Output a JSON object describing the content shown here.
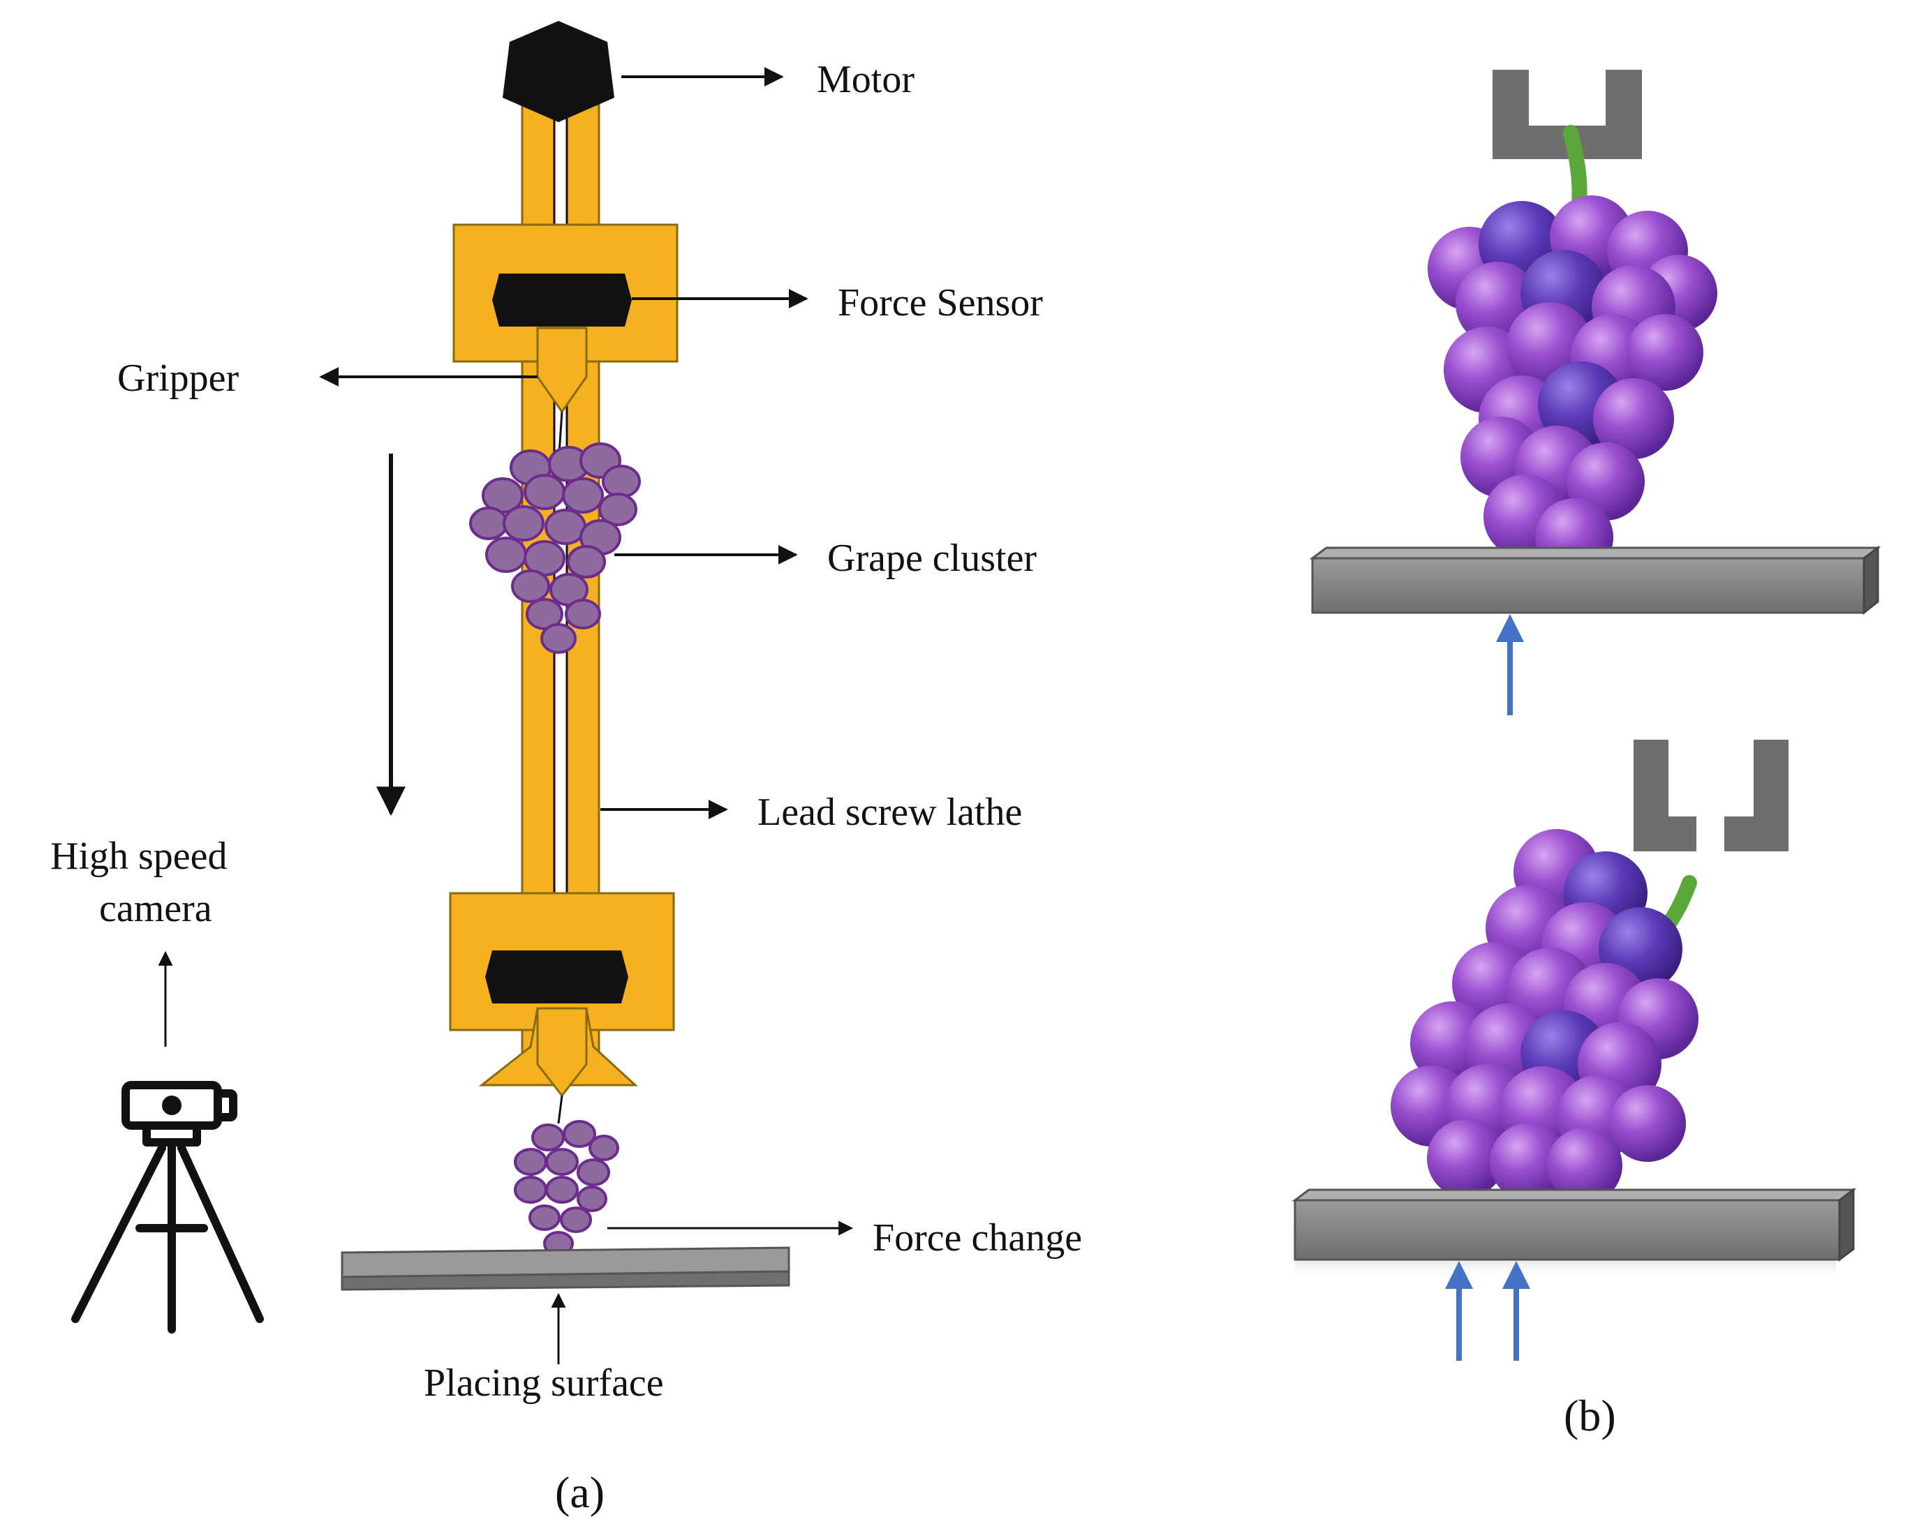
{
  "panel_a": {
    "labels": {
      "motor": "Motor",
      "force_sensor": "Force Sensor",
      "gripper": "Gripper",
      "grape_cluster": "Grape cluster",
      "lead_screw_lathe": "Lead screw lathe",
      "high_speed_camera_line1": "High speed",
      "high_speed_camera_line2": "camera",
      "force_change": "Force change",
      "placing_surface": "Placing surface"
    },
    "caption": "(a)"
  },
  "panel_b": {
    "caption": "(b)"
  },
  "colors": {
    "frame": "#F5B120",
    "frame_stroke": "#8a6a10",
    "black": "#111111",
    "grape_small": "#8E6A9E",
    "grape_small_stroke": "#6B2C8E",
    "grape_large": "#8A3FC0",
    "grape_dark": "#5A2A9A",
    "surface": "#8C8C8C",
    "gripper_gray": "#6E6E6E",
    "stem_green": "#5BA83A",
    "force_arrow_blue": "#4472C4"
  }
}
